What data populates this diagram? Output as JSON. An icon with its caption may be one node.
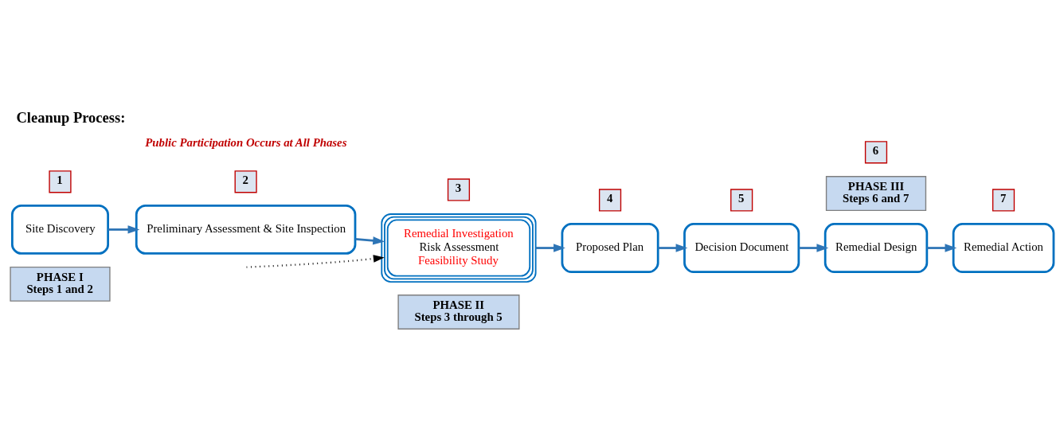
{
  "diagram": {
    "title": "Cleanup Process:",
    "nodes": [
      {
        "text": [
          "PHASE I",
          "Steps 1 and 2"
        ]
      },
      {
        "text": [
          "PHASE II",
          "Steps 3 through 5"
        ]
      },
      {
        "text": [
          "Site Discovery"
        ]
      },
      {
        "text": [
          "1"
        ]
      },
      {
        "text": [
          "Preliminary Assessment & Site Inspection"
        ]
      },
      {
        "text": [
          "2"
        ]
      },
      {
        "text": [
          "3"
        ]
      },
      {
        "text": [
          "Remedial Investigation",
          "Risk Assessment",
          "Feasibility Study"
        ]
      },
      {
        "text": [
          "PHASE III",
          "Steps 6 and 7"
        ]
      },
      {
        "text": [
          "Proposed Plan"
        ]
      },
      {
        "text": [
          "4"
        ]
      },
      {
        "text": [
          "Decision Document"
        ]
      },
      {
        "text": [
          "5"
        ]
      },
      {
        "text": [
          "Remedial Design"
        ]
      },
      {
        "text": [
          "6"
        ]
      },
      {
        "text": [
          "Remedial Action"
        ]
      },
      {
        "text": [
          "7"
        ]
      }
    ],
    "edges": [
      {
        "from": 2,
        "to": 4,
        "arrow": "to"
      },
      {
        "from": 4,
        "to": 7,
        "arrow": "to"
      },
      {
        "from": null,
        "to": 7,
        "arrow": "to",
        "style": "dashed",
        "color": "#000000"
      },
      {
        "from": 7,
        "to": 9,
        "arrow": "to"
      },
      {
        "from": 9,
        "to": 11,
        "arrow": "to"
      },
      {
        "from": 11,
        "to": 13,
        "arrow": "to"
      },
      {
        "from": 13,
        "to": 15,
        "arrow": "to"
      }
    ],
    "labels": [
      "Public Participation Occurs at All Phases"
    ]
  }
}
